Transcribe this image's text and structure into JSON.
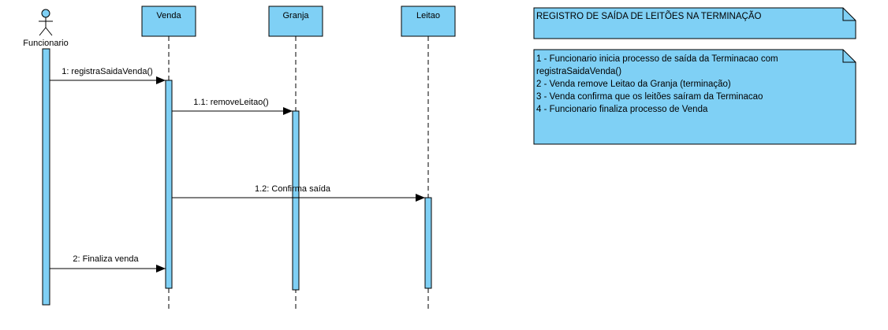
{
  "diagram": {
    "type": "sequence",
    "actor": {
      "name": "Funcionario"
    },
    "lifelines": [
      {
        "id": "venda",
        "name": "Venda"
      },
      {
        "id": "granja",
        "name": "Granja"
      },
      {
        "id": "leitao",
        "name": "Leitao"
      }
    ],
    "messages": [
      {
        "id": "m1",
        "label": "1: registraSaidaVenda()"
      },
      {
        "id": "m2",
        "label": "1.1: removeLeitao()"
      },
      {
        "id": "m3",
        "label": "1.2: Confirma saída"
      },
      {
        "id": "m4",
        "label": "2: Finaliza venda"
      }
    ]
  },
  "notes": {
    "title": "REGISTRO DE SAÍDA DE LEITÕES NA TERMINAÇÃO",
    "steps": [
      "1 - Funcionario inicia processo de saída da Terminacao com",
      "registraSaidaVenda()",
      "2 - Venda remove Leitao da Granja (terminação)",
      "3 - Venda confirma que os leitões saíram da Terminacao",
      "4 - Funcionario finaliza processo de Venda"
    ]
  },
  "colors": {
    "fill": "#7fd0f5",
    "stroke": "#000000"
  }
}
